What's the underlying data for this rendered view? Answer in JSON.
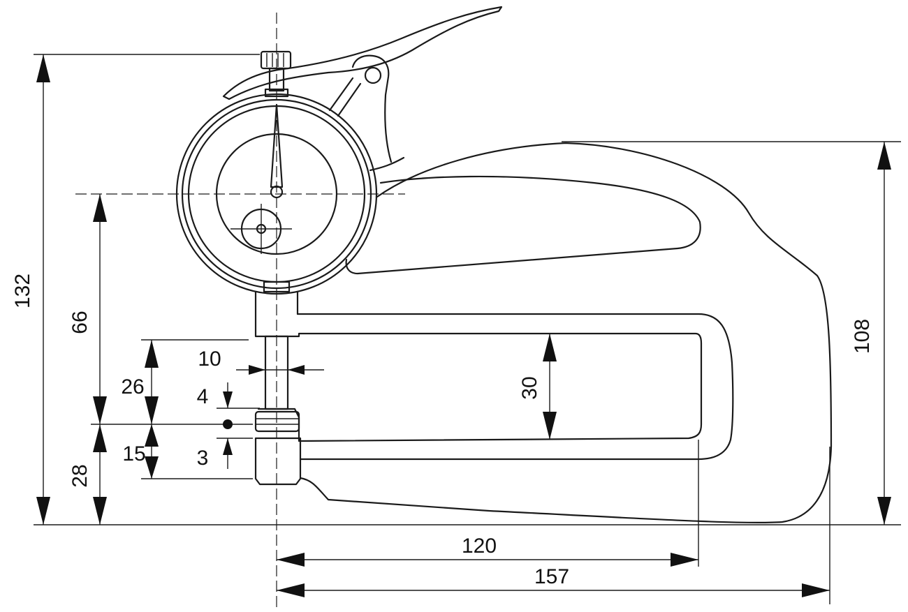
{
  "dimensions": {
    "overall_height": "132",
    "dial_center_height": "66",
    "contact_zone_height": "26",
    "anvil_height": "28",
    "anvil_offset": "15",
    "spindle_diameter": "10",
    "gap_upper": "4",
    "gap_lower": "3",
    "throat_opening": "30",
    "frame_height": "108",
    "throat_depth": "120",
    "overall_length": "157"
  }
}
